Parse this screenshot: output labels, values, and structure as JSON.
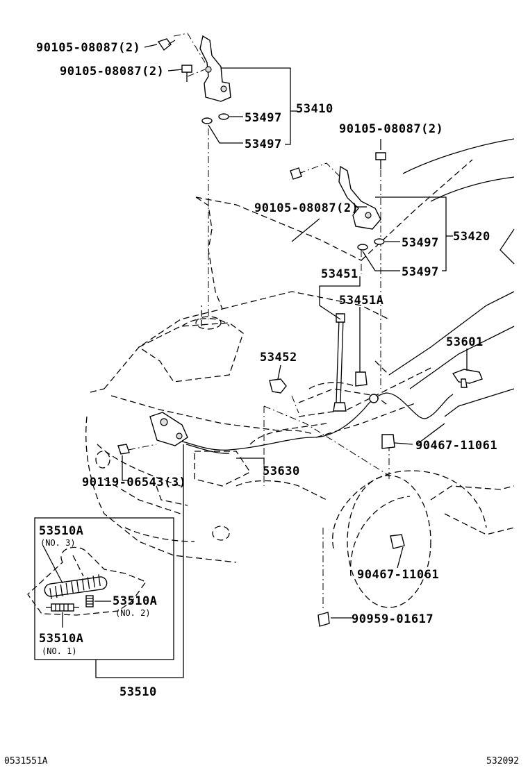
{
  "labels": {
    "bolt_top_1": "90105-08087(2)",
    "bolt_top_2": "90105-08087(2)",
    "hinge_rh": "53410",
    "washer_rh_1": "53497",
    "washer_rh_2": "53497",
    "bolt_lh_1": "90105-08087(2)",
    "bolt_lh_2": "90105-08087(2)",
    "hinge_lh": "53420",
    "washer_lh_1": "53497",
    "washer_lh_2": "53497",
    "support_rod": "53451",
    "support_clamp": "53451A",
    "release_lever": "53601",
    "hood_stopper": "53452",
    "clip_1": "90467-11061",
    "cable": "53630",
    "lock_bolt": "90119-06543(3)",
    "clip_2": "90467-11061",
    "clip_3": "90959-01617",
    "lock_assy": "53510",
    "inset_spring_no3": "53510A",
    "inset_note_no3": "(NO. 3)",
    "inset_spring_no2": "53510A",
    "inset_note_no2": "(NO. 2)",
    "inset_spring_no1": "53510A",
    "inset_note_no1": "(NO. 1)"
  },
  "footer": {
    "left_ref": "0531551A",
    "right_ref": "532092"
  }
}
